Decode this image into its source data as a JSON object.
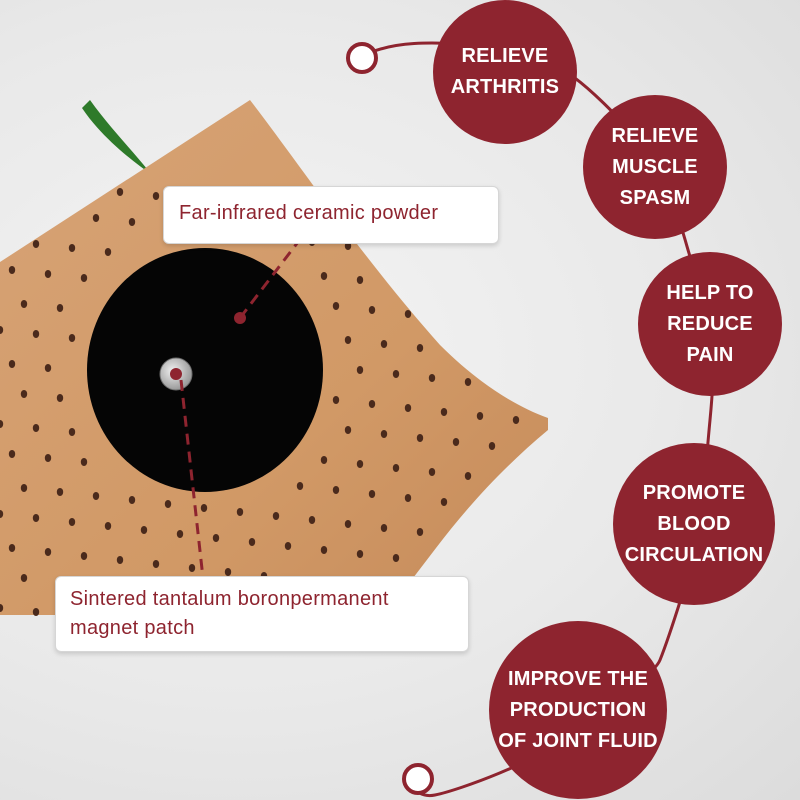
{
  "benefits": [
    {
      "label": "RELIEVE\nARTHRITIS"
    },
    {
      "label": "RELIEVE\nMUSCLE\nSPASM"
    },
    {
      "label": "HELP TO\nREDUCE\nPAIN"
    },
    {
      "label": "PROMOTE\nBLOOD\nCIRCULATION"
    },
    {
      "label": "IMPROVE THE\nPRODUCTION\nOF JOINT FLUID"
    }
  ],
  "callouts": {
    "top": {
      "label": "Far-infrared ceramic powder"
    },
    "bottom": {
      "label": "Sintered tantalum boronpermanent magnet patch"
    }
  },
  "colors": {
    "accent": "#8e242f",
    "patch": "#d39b6c",
    "magnet": "#050505"
  }
}
